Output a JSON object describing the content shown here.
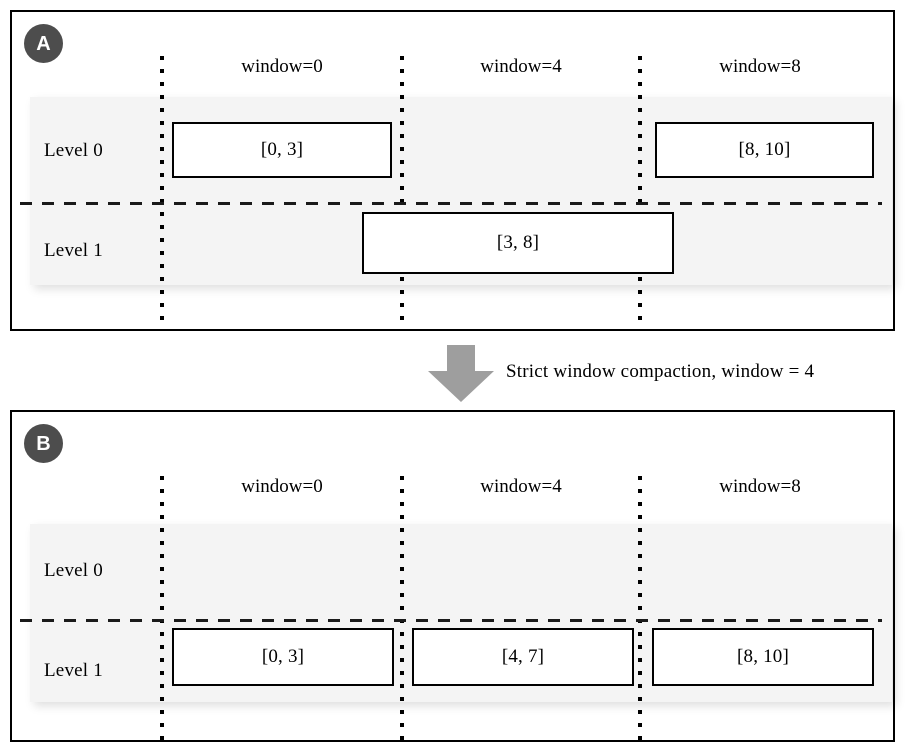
{
  "figure": {
    "transition_label": "Strict window compaction, window = 4",
    "arrow_color": "#9e9e9e",
    "badge_color": "#4d4d4d",
    "band_color": "#f4f4f4",
    "box_border_color": "#000000",
    "panel_border_color": "#000000"
  },
  "panels": [
    {
      "id": "A",
      "badge": "A",
      "columns": [
        {
          "label": "window=0"
        },
        {
          "label": "window=4"
        },
        {
          "label": "window=8"
        }
      ],
      "rows": [
        {
          "label": "Level 0"
        },
        {
          "label": "Level 1"
        }
      ],
      "boxes": [
        {
          "text": "[0, 3]",
          "row": "Level 0",
          "span": "window=0"
        },
        {
          "text": "[8, 10]",
          "row": "Level 0",
          "span": "window=8"
        },
        {
          "text": "[3, 8]",
          "row": "Level 1",
          "span": "window=4 spanning into window=8"
        }
      ]
    },
    {
      "id": "B",
      "badge": "B",
      "columns": [
        {
          "label": "window=0"
        },
        {
          "label": "window=4"
        },
        {
          "label": "window=8"
        }
      ],
      "rows": [
        {
          "label": "Level 0"
        },
        {
          "label": "Level 1"
        }
      ],
      "boxes": [
        {
          "text": "[0, 3]",
          "row": "Level 1",
          "span": "window=0"
        },
        {
          "text": "[4, 7]",
          "row": "Level 1",
          "span": "window=4"
        },
        {
          "text": "[8, 10]",
          "row": "Level 1",
          "span": "window=8"
        }
      ]
    }
  ]
}
